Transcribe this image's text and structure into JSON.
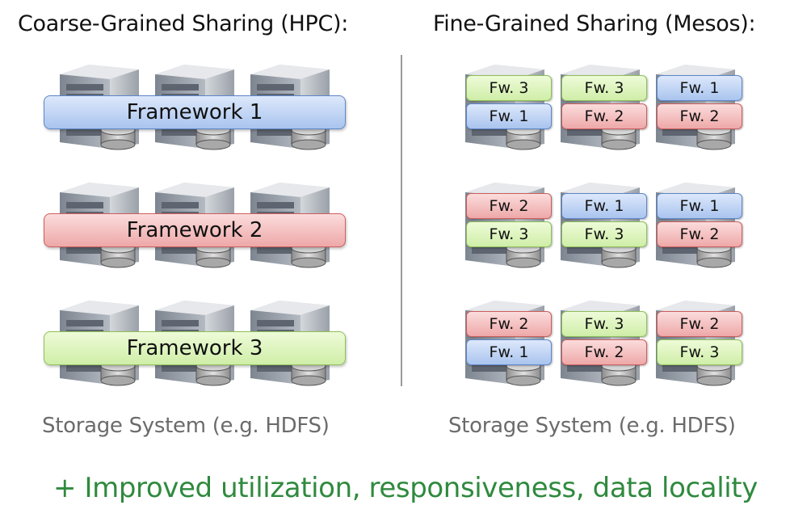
{
  "left": {
    "title": "Coarse-Grained Sharing (HPC):",
    "bands": [
      {
        "label": "Framework 1",
        "color": "blue"
      },
      {
        "label": "Framework 2",
        "color": "red"
      },
      {
        "label": "Framework 3",
        "color": "green"
      }
    ],
    "storage_label": "Storage System (e.g. HDFS)"
  },
  "right": {
    "title": "Fine-Grained Sharing (Mesos):",
    "grid": [
      [
        [
          {
            "label": "Fw. 3",
            "color": "green"
          },
          {
            "label": "Fw. 1",
            "color": "blue"
          }
        ],
        [
          {
            "label": "Fw. 3",
            "color": "green"
          },
          {
            "label": "Fw. 2",
            "color": "red"
          }
        ],
        [
          {
            "label": "Fw. 1",
            "color": "blue"
          },
          {
            "label": "Fw. 2",
            "color": "red"
          }
        ]
      ],
      [
        [
          {
            "label": "Fw. 2",
            "color": "red"
          },
          {
            "label": "Fw. 3",
            "color": "green"
          }
        ],
        [
          {
            "label": "Fw. 1",
            "color": "blue"
          },
          {
            "label": "Fw. 3",
            "color": "green"
          }
        ],
        [
          {
            "label": "Fw. 1",
            "color": "blue"
          },
          {
            "label": "Fw. 2",
            "color": "red"
          }
        ]
      ],
      [
        [
          {
            "label": "Fw. 2",
            "color": "red"
          },
          {
            "label": "Fw. 1",
            "color": "blue"
          }
        ],
        [
          {
            "label": "Fw. 3",
            "color": "green"
          },
          {
            "label": "Fw. 2",
            "color": "red"
          }
        ],
        [
          {
            "label": "Fw. 2",
            "color": "red"
          },
          {
            "label": "Fw. 3",
            "color": "green"
          }
        ]
      ]
    ],
    "storage_label": "Storage System (e.g. HDFS)"
  },
  "tagline": "+ Improved utilization, responsiveness, data locality",
  "colors": {
    "blue": "#b9cff3",
    "red": "#f2b5b5",
    "green": "#d8f2b6",
    "tagline": "#2f8a3e",
    "storage_text": "#6b6b6b"
  },
  "icons": {
    "server": "server-tower-icon",
    "disk": "disk-cylinder-icon"
  }
}
